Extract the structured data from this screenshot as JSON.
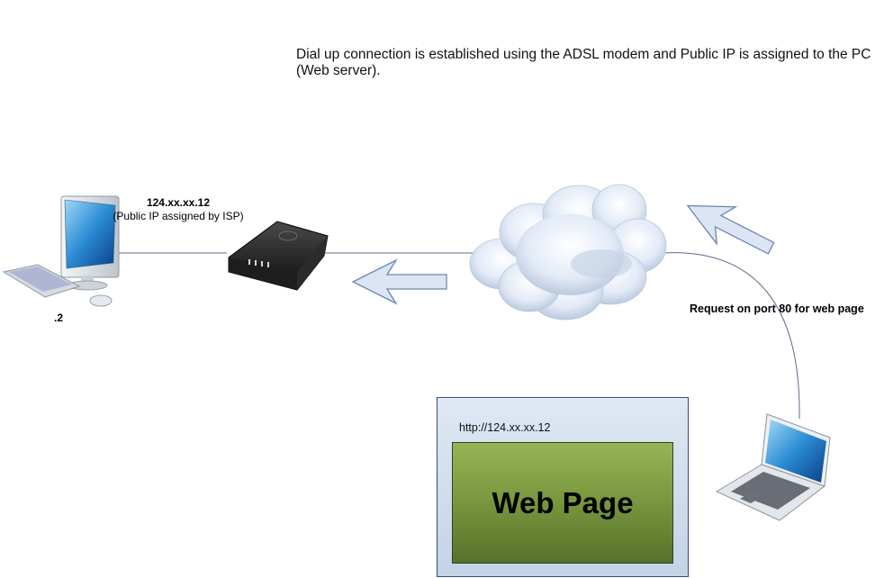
{
  "description": "Dial up connection is established using the ADSL modem and Public IP is assigned to the PC (Web server).",
  "public_ip": {
    "address": "124.xx.xx.12",
    "note": "(Public IP assigned by ISP)"
  },
  "pc_suffix": ".2",
  "request_label": "Request on port 80 for web page",
  "browser": {
    "url": "http://124.xx.xx.12",
    "page_title": "Web Page"
  },
  "colors": {
    "connector": "#5a6d86",
    "arrow_fill": "#dbe5f4",
    "arrow_stroke": "#6d86ad",
    "cloud": "#dfe8f6",
    "page_green": "#7b9a40"
  },
  "icons": {
    "pc": "desktop-computer-icon",
    "modem": "adsl-modem-icon",
    "cloud": "internet-cloud-icon",
    "laptop": "laptop-icon"
  }
}
